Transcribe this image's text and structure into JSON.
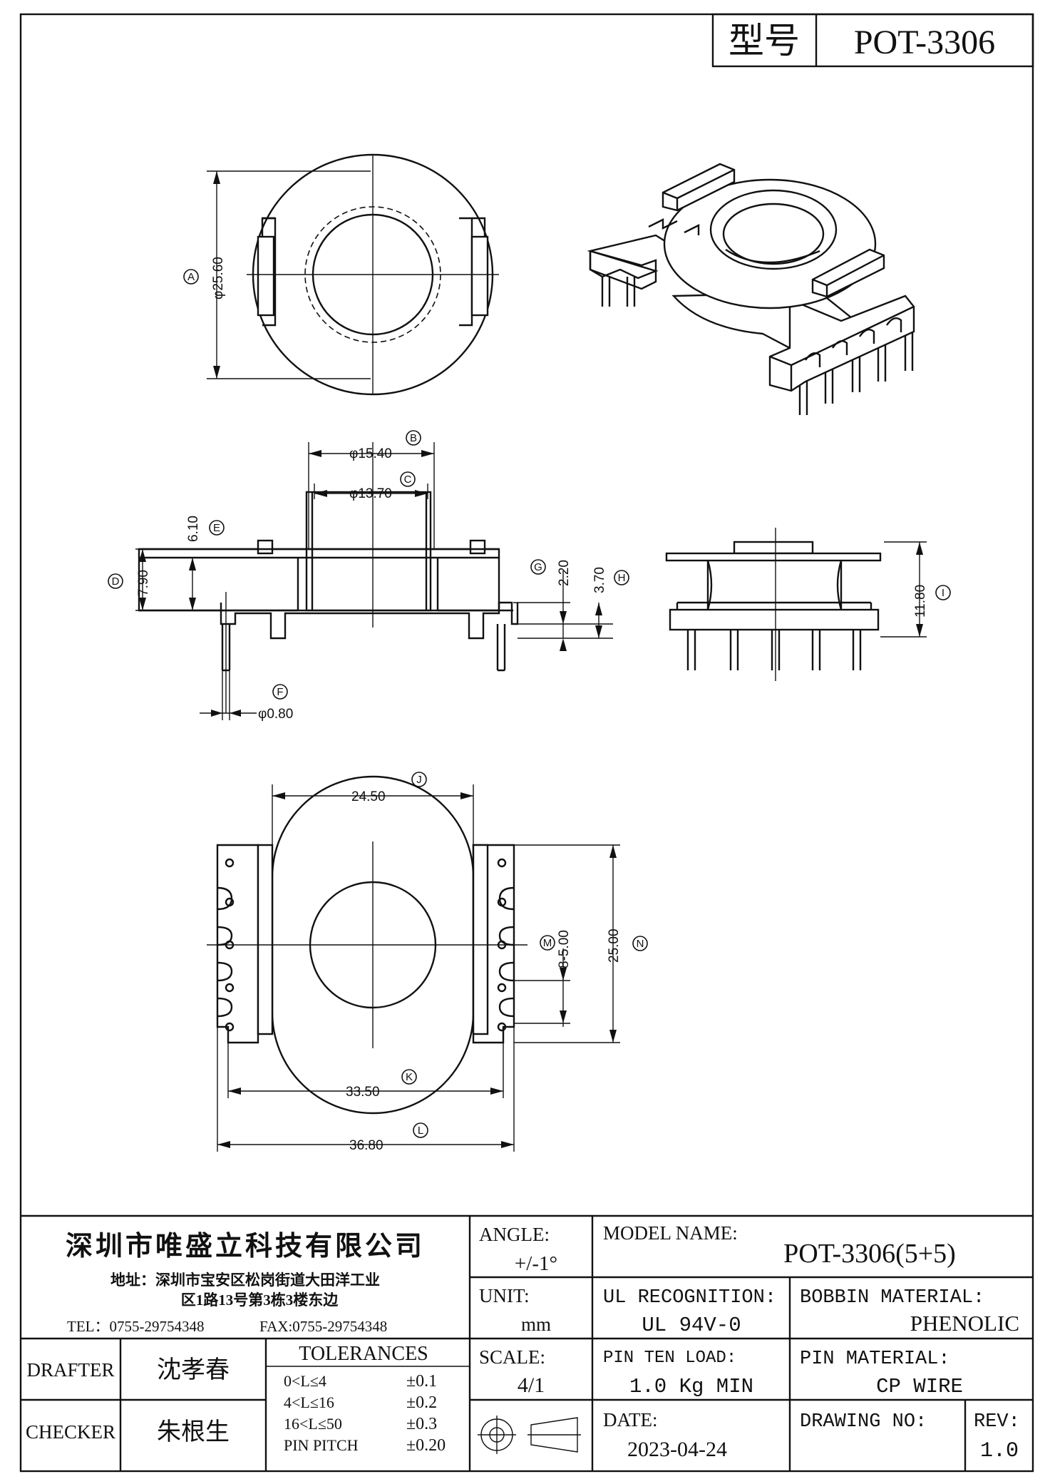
{
  "header": {
    "type_label": "型号",
    "type_value": "POT-3306"
  },
  "dimensions": {
    "A": {
      "letter": "A",
      "value": "φ25.60"
    },
    "B": {
      "letter": "B",
      "value": "φ15.40"
    },
    "C": {
      "letter": "C",
      "value": "φ13.70"
    },
    "D": {
      "letter": "D",
      "value": "7.90"
    },
    "E": {
      "letter": "E",
      "value": "6.10"
    },
    "F": {
      "letter": "F",
      "value": "φ0.80"
    },
    "G": {
      "letter": "G",
      "value": "2.20"
    },
    "H": {
      "letter": "H",
      "value": "3.70"
    },
    "I": {
      "letter": "I",
      "value": "11.80"
    },
    "J": {
      "letter": "J",
      "value": "24.50"
    },
    "K": {
      "letter": "K",
      "value": "33.50"
    },
    "L": {
      "letter": "L",
      "value": "36.80"
    },
    "M": {
      "letter": "M",
      "value": "8-5.00"
    },
    "N": {
      "letter": "N",
      "value": "25.00"
    }
  },
  "title_block": {
    "company": "深圳市唯盛立科技有限公司",
    "address_line1": "地址：深圳市宝安区松岗街道大田洋工业",
    "address_line2": "区1路13号第3栋3楼东边",
    "tel": "TEL：0755-29754348",
    "fax": "FAX:0755-29754348",
    "angle_label": "ANGLE:",
    "angle_value": "+/-1°",
    "model_label": "MODEL NAME:",
    "model_value": "POT-3306(5+5)",
    "unit_label": "UNIT:",
    "unit_value": "mm",
    "ul_label": "UL RECOGNITION:",
    "ul_value": "UL 94V-0",
    "bobbin_label": "BOBBIN MATERIAL:",
    "bobbin_value": "PHENOLIC",
    "drafter_label": "DRAFTER",
    "drafter_value": "沈孝春",
    "checker_label": "CHECKER",
    "checker_value": "朱根生",
    "tolerances_title": "TOLERANCES",
    "tolerances": [
      {
        "range": "0<L≤4",
        "value": "±0.1"
      },
      {
        "range": "4<L≤16",
        "value": "±0.2"
      },
      {
        "range": "16<L≤50",
        "value": "±0.3"
      },
      {
        "range": "PIN PITCH",
        "value": "±0.20"
      }
    ],
    "scale_label": "SCALE:",
    "scale_value": "4/1",
    "pin_load_label": "PIN TEN LOAD:",
    "pin_load_value": "1.0 Kg MIN",
    "pin_material_label": "PIN MATERIAL:",
    "pin_material_value": "CP WIRE",
    "date_label": "DATE:",
    "date_value": "2023-04-24",
    "drawing_no_label": "DRAWING NO:",
    "drawing_no_value": "",
    "rev_label": "REV:",
    "rev_value": "1.0"
  }
}
